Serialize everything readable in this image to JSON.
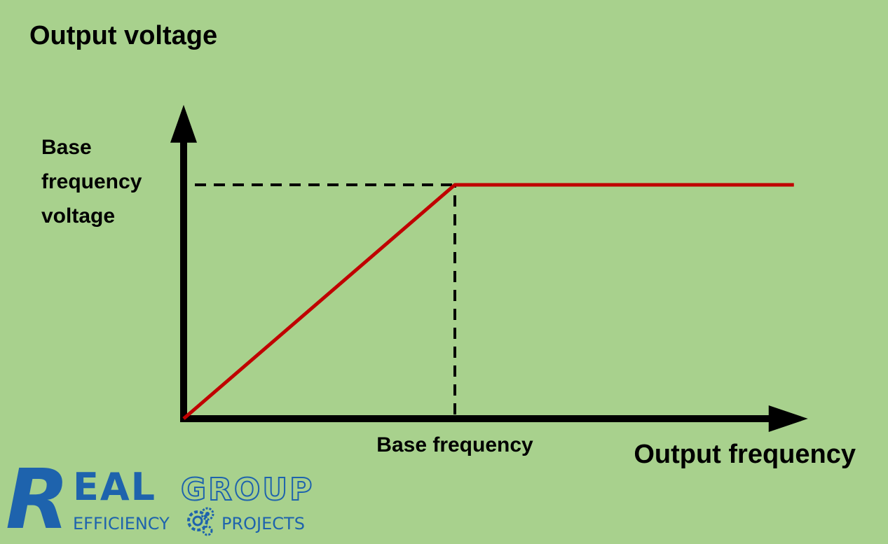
{
  "chart_data": {
    "type": "line",
    "title": "",
    "ylabel": "Output voltage",
    "xlabel": "Output frequency",
    "x_tick_labels": [
      {
        "x": 1,
        "label": "Base frequency"
      }
    ],
    "y_tick_labels": [
      {
        "y": 1,
        "lines": [
          "Base",
          "frequency",
          "voltage"
        ]
      }
    ],
    "xlim": [
      0,
      2.25
    ],
    "ylim": [
      0,
      1.3
    ],
    "series": [
      {
        "x": [
          0,
          1,
          2.25
        ],
        "y": [
          0,
          1,
          1
        ]
      }
    ],
    "reference_lines": [
      {
        "x": [
          0,
          1
        ],
        "y": [
          1,
          1
        ]
      },
      {
        "x": [
          1,
          1
        ],
        "y": [
          0,
          1
        ]
      }
    ],
    "grid": false,
    "colors": {
      "series": "#c00000",
      "axes": "#000000",
      "reference": "#000000"
    }
  },
  "logo": {
    "big_letter": "R",
    "word_1": "EAL",
    "word_2": "GROUP",
    "tagline_left": "EFFICIENCY",
    "tagline_right": "PROJECTS",
    "icon": "gears-icon",
    "color": "#1e63ad"
  }
}
